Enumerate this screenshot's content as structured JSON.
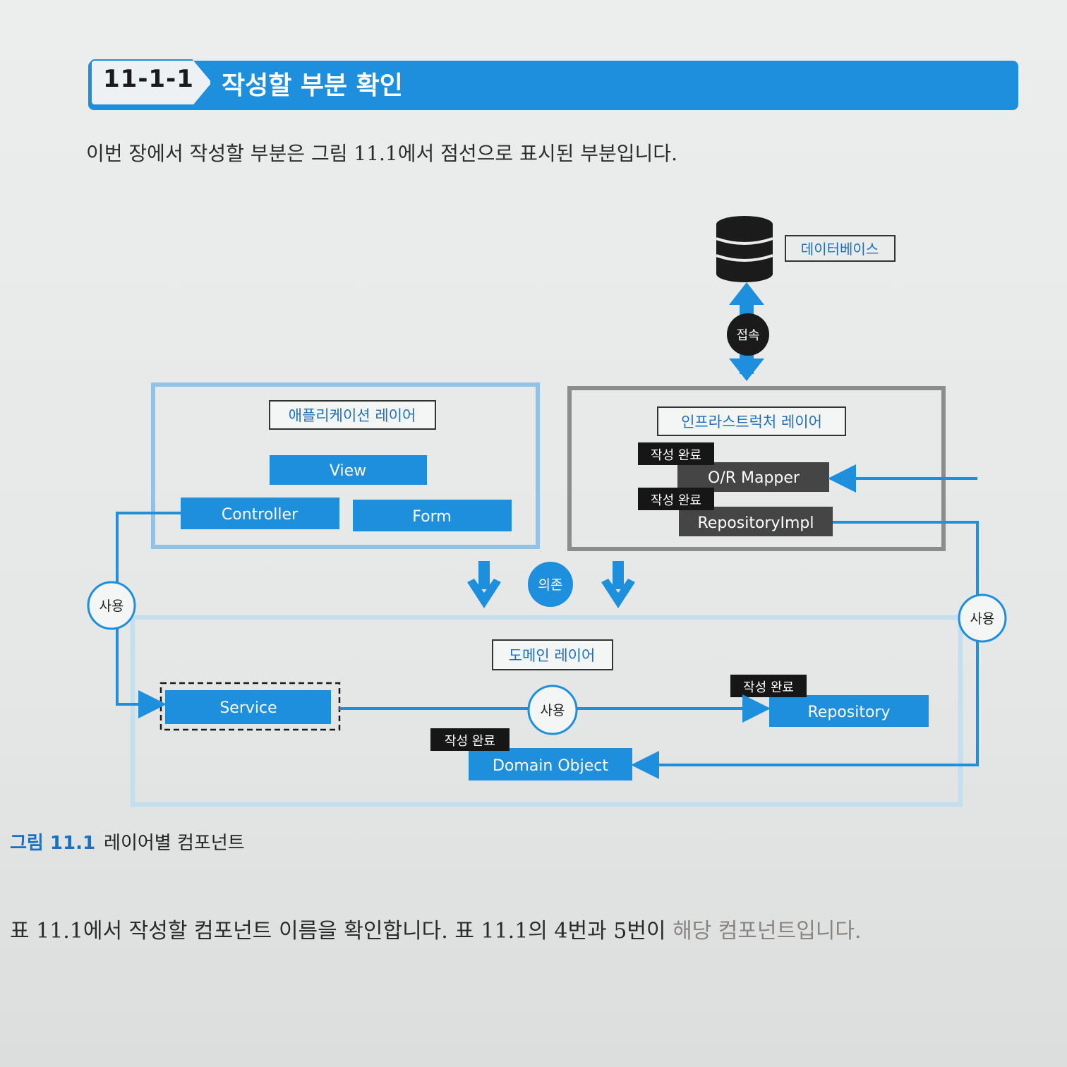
{
  "section": {
    "number": "11-1-1",
    "title": "작성할 부분 확인"
  },
  "intro": "이번 장에서 작성할 부분은 그림 11.1에서 점선으로 표시된 부분입니다.",
  "diagram": {
    "database_label": "데이터베이스",
    "connect_label": "접속",
    "application_layer": {
      "label": "애플리케이션 레이어",
      "items": [
        "View",
        "Controller",
        "Form"
      ]
    },
    "infrastructure_layer": {
      "label": "인프라스트럭처 레이어",
      "items": [
        "O/R Mapper",
        "RepositoryImpl"
      ]
    },
    "domain_layer": {
      "label": "도메인 레이어",
      "items": [
        "Service",
        "Repository",
        "Domain Object"
      ]
    },
    "done_badge": "작성 완료",
    "depend_label": "의존",
    "use_label": "사용",
    "colors": {
      "blue": "#1d8fdc",
      "dark": "#3a3a3a",
      "outline_light": "#8fc4e8",
      "outline_gray": "#8c8c8c"
    }
  },
  "caption": {
    "number": "그림 11.1",
    "text": "레이어별 컴포넌트"
  },
  "outro": {
    "main": "표 11.1에서 작성할 컴포넌트 이름을 확인합니다. 표 11.1의 4번과 5번이",
    "faded": " 해당 컴포넌트입니다."
  }
}
